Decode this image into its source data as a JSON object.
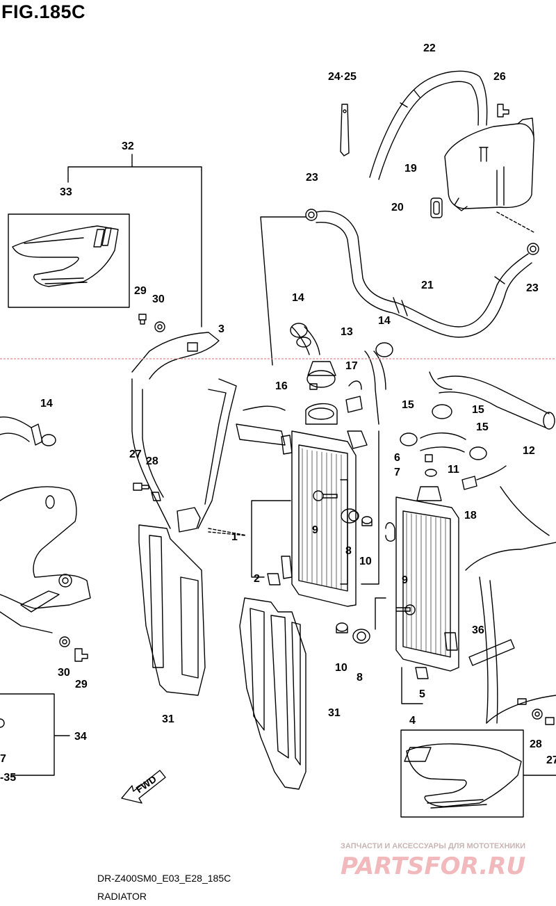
{
  "figure_title": "FIG.185C",
  "model_code": "DR-Z400SM0_E03_E28_185C",
  "section_name": "RADIATOR",
  "fwd_label": "FWD",
  "watermark": {
    "tagline": "ЗАПЧАСТИ И АКСЕССУАРЫ ДЛЯ МОТОТЕХНИКИ",
    "brand": "PARTSFOR.RU"
  },
  "callouts": [
    "1",
    "2",
    "3",
    "4",
    "5",
    "6",
    "7",
    "8",
    "9",
    "10",
    "11",
    "12",
    "13",
    "14",
    "15",
    "16",
    "17",
    "18",
    "19",
    "20",
    "21",
    "22",
    "23",
    "24·25",
    "26",
    "27",
    "28",
    "29",
    "30",
    "31",
    "32",
    "33",
    "34",
    "35",
    "36"
  ],
  "callout_labels": {
    "c1": "1",
    "c2": "2",
    "c3": "3",
    "c4": "4",
    "c5": "5",
    "c6": "6",
    "c7": "7",
    "c8a": "8",
    "c8b": "8",
    "c9a": "9",
    "c9b": "9",
    "c10a": "10",
    "c10b": "10",
    "c11": "11",
    "c12": "12",
    "c13": "13",
    "c14a": "14",
    "c14b": "14",
    "c14c": "14",
    "c15a": "15",
    "c15b": "15",
    "c15c": "15",
    "c16": "16",
    "c17": "17",
    "c18": "18",
    "c19": "19",
    "c20": "20",
    "c21": "21",
    "c22": "22",
    "c23a": "23",
    "c23b": "23",
    "c2425": "24·25",
    "c26": "26",
    "c27a": "27",
    "c27b": "27",
    "c27c": "7",
    "c28a": "28",
    "c28b": "28",
    "c29a": "29",
    "c29b": "29",
    "c30a": "30",
    "c30b": "30",
    "c31a": "31",
    "c31b": "31",
    "c32": "32",
    "c33": "33",
    "c34": "34",
    "c35": "35",
    "c35b": "-35",
    "c36": "36"
  },
  "colors": {
    "line": "#000000",
    "watermark_rule": "#e38a8a",
    "watermark_logo": "#f2b9bd",
    "background": "#ffffff"
  }
}
